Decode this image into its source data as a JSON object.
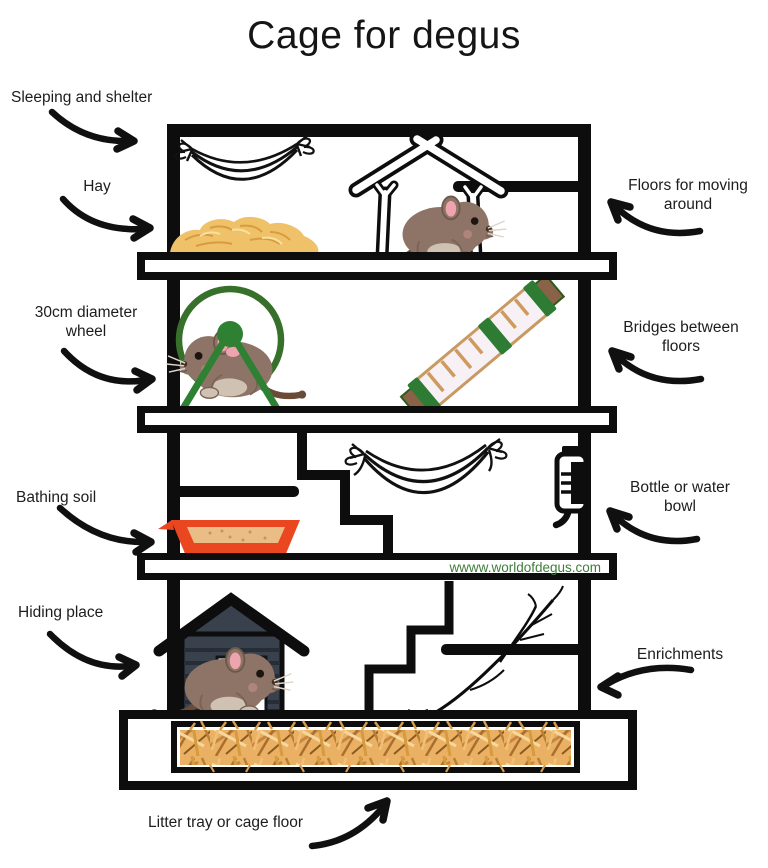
{
  "title": "Cage for degus",
  "watermark": "wwww.worldofdegus.com",
  "labels": {
    "sleeping": "Sleeping and shelter",
    "hay": "Hay",
    "wheel": "30cm diameter wheel",
    "bathing": "Bathing soil",
    "hiding": "Hiding place",
    "floors": "Floors for moving around",
    "bridges": "Bridges between floors",
    "bottle": "Bottle or water bowl",
    "enrichments": "Enrichments",
    "litter": "Litter tray or cage floor"
  },
  "icons": {
    "hammock_top": "hammock-icon",
    "hammock_middle": "hammock-icon",
    "hay_pile": "hay-pile-icon",
    "shelter_house": "wooden-shelter-icon",
    "degu": "degu-icon",
    "wheel": "exercise-wheel-icon",
    "bridge": "wooden-bridge-icon",
    "bathing_tray": "sand-bath-tray-icon",
    "water_bottle": "water-bottle-icon",
    "hiding_house": "hiding-house-icon",
    "stairs": "stairs-icon",
    "branches": "branches-icon",
    "litter_straw": "straw-litter-icon"
  },
  "colors": {
    "ink": "#0d0d0d",
    "wheel_green": "#37702a",
    "hub_green": "#2e8033",
    "bridge_wood": "#c89a62",
    "bridge_plank": "#f7f1f6",
    "band_green": "#2e7b33",
    "cap_brown": "#8a6248",
    "tray_red": "#ea4620",
    "sand": "#e9bd85",
    "hay": "#efc269",
    "straw": "#eab063",
    "house_dark": "#39414d",
    "degu_brown": "#8d7466",
    "watermark_green": "#3e7d3a"
  }
}
